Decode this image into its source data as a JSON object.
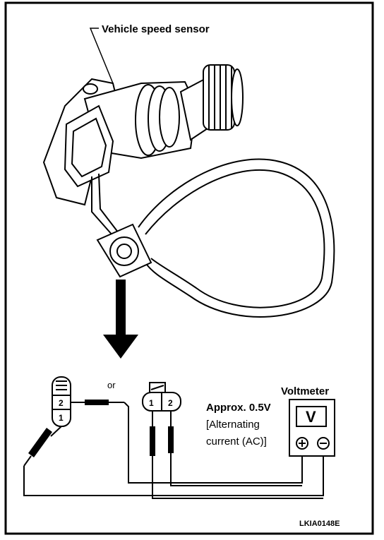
{
  "figure": {
    "sensor_label": "Vehicle speed sensor",
    "or_label": "or",
    "meter_title": "Voltmeter",
    "meter_symbol": "V",
    "approx_line1": "Approx. 0.5V",
    "approx_line2": "[Alternating",
    "approx_line3": "current (AC)]",
    "connector_left_pins": [
      "2",
      "1"
    ],
    "connector_right_pins": [
      "1",
      "2"
    ],
    "figure_code": "LKIA0148E"
  }
}
